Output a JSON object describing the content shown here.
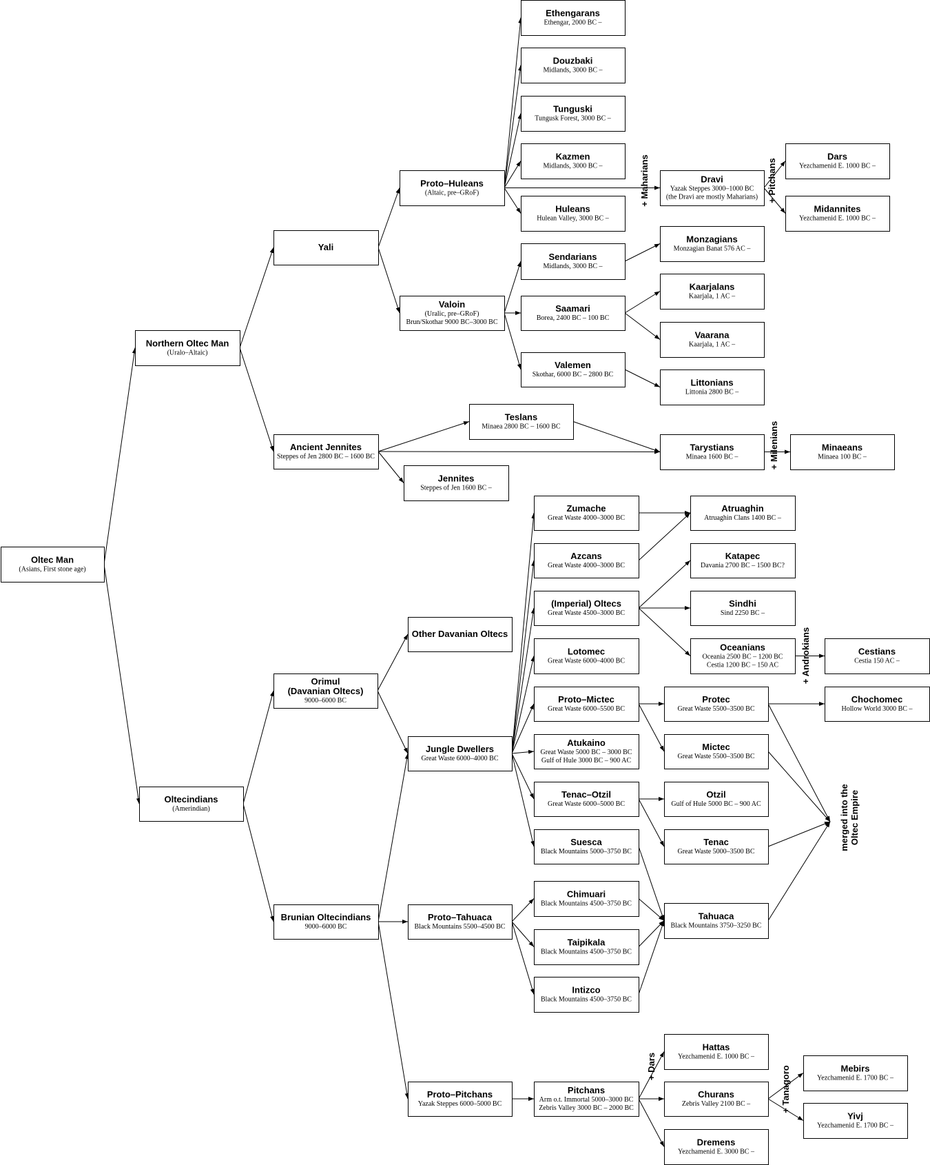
{
  "nodes": {
    "oltec_man": {
      "title": "Oltec Man",
      "sub": [
        "(Asians, First stone age)"
      ]
    },
    "northern": {
      "title": "Northern Oltec Man",
      "sub": [
        "(Uralo–Altaic)"
      ]
    },
    "oltecindians": {
      "title": "Oltecindians",
      "sub": [
        "(Amerindian)"
      ]
    },
    "yali": {
      "title": "Yali",
      "sub": []
    },
    "ancient_jennites": {
      "title": "Ancient Jennites",
      "sub": [
        "Steppes of Jen 2800 BC – 1600 BC"
      ]
    },
    "orimul": {
      "title": "Orimul",
      "title2": "(Davanian Oltecs)",
      "sub": [
        "9000–6000 BC"
      ]
    },
    "brunian": {
      "title": "Brunian Oltecindians",
      "sub": [
        "9000–6000 BC"
      ]
    },
    "proto_huleans": {
      "title": "Proto–Huleans",
      "sub": [
        "(Altaic, pre–GRoF)"
      ]
    },
    "valoin": {
      "title": "Valoin",
      "sub": [
        "(Uralic, pre–GRoF)",
        "Brun/Skothar 9000 BC–3000 BC"
      ]
    },
    "teslans": {
      "title": "Teslans",
      "sub": [
        "Minaea 2800 BC – 1600 BC"
      ]
    },
    "jennites": {
      "title": "Jennites",
      "sub": [
        "Steppes of Jen 1600 BC –"
      ]
    },
    "other_davanian": {
      "title": "Other Davanian Oltecs",
      "sub": []
    },
    "jungle_dwellers": {
      "title": "Jungle Dwellers",
      "sub": [
        "Great Waste 6000–4000 BC"
      ]
    },
    "proto_tahuaca": {
      "title": "Proto–Tahuaca",
      "sub": [
        "Black Mountains 5500–4500 BC"
      ]
    },
    "proto_pitchans": {
      "title": "Proto–Pitchans",
      "sub": [
        "Yazak Steppes 6000–5000 BC"
      ]
    },
    "ethengarans": {
      "title": "Ethengarans",
      "sub": [
        "Ethengar, 2000 BC –"
      ]
    },
    "douzbaki": {
      "title": "Douzbaki",
      "sub": [
        "Midlands, 3000 BC –"
      ]
    },
    "tunguski": {
      "title": "Tunguski",
      "sub": [
        "Tungusk Forest, 3000 BC –"
      ]
    },
    "kazmen": {
      "title": "Kazmen",
      "sub": [
        "Midlands, 3000 BC –"
      ]
    },
    "huleans": {
      "title": "Huleans",
      "sub": [
        "Hulean Valley, 3000 BC –"
      ]
    },
    "sendarians": {
      "title": "Sendarians",
      "sub": [
        "Midlands, 3000 BC –"
      ]
    },
    "saamari": {
      "title": "Saamari",
      "sub": [
        "Borea, 2400 BC – 100 BC"
      ]
    },
    "valemen": {
      "title": "Valemen",
      "sub": [
        "Skothar, 6000 BC – 2800 BC"
      ]
    },
    "dravi": {
      "title": "Dravi",
      "sub": [
        "Yazak Steppes 3000–1000 BC",
        "(the Dravi are mostly Maharians)"
      ]
    },
    "monzagians": {
      "title": "Monzagians",
      "sub": [
        "Monzagian Banat 576 AC –"
      ]
    },
    "kaarjalans": {
      "title": "Kaarjalans",
      "sub": [
        "Kaarjala, 1 AC –"
      ]
    },
    "vaarana": {
      "title": "Vaarana",
      "sub": [
        "Kaarjala, 1 AC –"
      ]
    },
    "littonians": {
      "title": "Littonians",
      "sub": [
        "Littonia 2800 BC –"
      ]
    },
    "tarystians": {
      "title": "Tarystians",
      "sub": [
        "Minaea 1600 BC –"
      ]
    },
    "dars_top": {
      "title": "Dars",
      "sub": [
        "Yezchamenid E. 1000 BC –"
      ]
    },
    "midannites": {
      "title": "Midannites",
      "sub": [
        "Yezchamenid E. 1000 BC –"
      ]
    },
    "minaeans": {
      "title": "Minaeans",
      "sub": [
        "Minaea 100 BC –"
      ]
    },
    "zumache": {
      "title": "Zumache",
      "sub": [
        "Great Waste 4000–3000 BC"
      ]
    },
    "azcans": {
      "title": "Azcans",
      "sub": [
        "Great Waste 4000–3000 BC"
      ]
    },
    "imperial_oltecs": {
      "title": "(Imperial) Oltecs",
      "sub": [
        "Great Waste 4500–3000 BC"
      ]
    },
    "lotomec": {
      "title": "Lotomec",
      "sub": [
        "Great Waste 6000–4000 BC"
      ]
    },
    "proto_mictec": {
      "title": "Proto–Mictec",
      "sub": [
        "Great Waste 6000–5500 BC"
      ]
    },
    "atukaino": {
      "title": "Atukaino",
      "sub": [
        "Great Waste 5000 BC – 3000 BC",
        "Gulf of Hule 3000 BC – 900 AC"
      ]
    },
    "tenac_otzil": {
      "title": "Tenac–Otzil",
      "sub": [
        "Great Waste 6000–5000 BC"
      ]
    },
    "suesca": {
      "title": "Suesca",
      "sub": [
        "Black Mountains 5000–3750 BC"
      ]
    },
    "chimuari": {
      "title": "Chimuari",
      "sub": [
        "Black Mountains 4500–3750 BC"
      ]
    },
    "taipikala": {
      "title": "Taipikala",
      "sub": [
        "Black Mountains 4500–3750 BC"
      ]
    },
    "intizco": {
      "title": "Intizco",
      "sub": [
        "Black Mountains 4500–3750 BC"
      ]
    },
    "pitchans": {
      "title": "Pitchans",
      "sub": [
        "Arm o.t. Immortal 5000–3000 BC",
        "Zebris Valley 3000 BC – 2000 BC"
      ]
    },
    "atruaghin": {
      "title": "Atruaghin",
      "sub": [
        "Atruaghin Clans 1400 BC –"
      ]
    },
    "katapec": {
      "title": "Katapec",
      "sub": [
        "Davania 2700 BC – 1500 BC?"
      ]
    },
    "sindhi": {
      "title": "Sindhi",
      "sub": [
        "Sind 2250 BC –"
      ]
    },
    "oceanians": {
      "title": "Oceanians",
      "sub": [
        "Oceania 2500 BC – 1200 BC",
        "Cestia 1200 BC – 150 AC"
      ]
    },
    "protec": {
      "title": "Protec",
      "sub": [
        "Great Waste 5500–3500 BC"
      ]
    },
    "mictec": {
      "title": "Mictec",
      "sub": [
        "Great Waste 5500–3500 BC"
      ]
    },
    "otzil": {
      "title": "Otzil",
      "sub": [
        "Gulf of Hule 5000 BC – 900 AC"
      ]
    },
    "tenac": {
      "title": "Tenac",
      "sub": [
        "Great Waste 5000–3500 BC"
      ]
    },
    "tahuaca": {
      "title": "Tahuaca",
      "sub": [
        "Black Mountains 3750–3250 BC"
      ]
    },
    "hattas": {
      "title": "Hattas",
      "sub": [
        "Yezchamenid E. 1000 BC –"
      ]
    },
    "churans": {
      "title": "Churans",
      "sub": [
        "Zebris Valley 2100 BC –"
      ]
    },
    "dremens": {
      "title": "Dremens",
      "sub": [
        "Yezchamenid E. 3000 BC –"
      ]
    },
    "cestians": {
      "title": "Cestians",
      "sub": [
        "Cestia 150 AC –"
      ]
    },
    "chochomec": {
      "title": "Chochomec",
      "sub": [
        "Hollow World 3000 BC –"
      ]
    },
    "mebirs": {
      "title": "Mebirs",
      "sub": [
        "Yezchamenid E. 1700 BC –"
      ]
    },
    "yivj": {
      "title": "Yivj",
      "sub": [
        "Yezchamenid E. 1700 BC –"
      ]
    }
  },
  "edge_labels": {
    "maharians": "+ Maharians",
    "pitchans": "+ Pitchans",
    "milenians": "+ Milenians",
    "androkians": "+ Androkians",
    "dars": "+ Dars",
    "tanagoro": "+ Tanagoro",
    "merged_line1": "merged into the",
    "merged_line2": "Oltec Empire"
  }
}
